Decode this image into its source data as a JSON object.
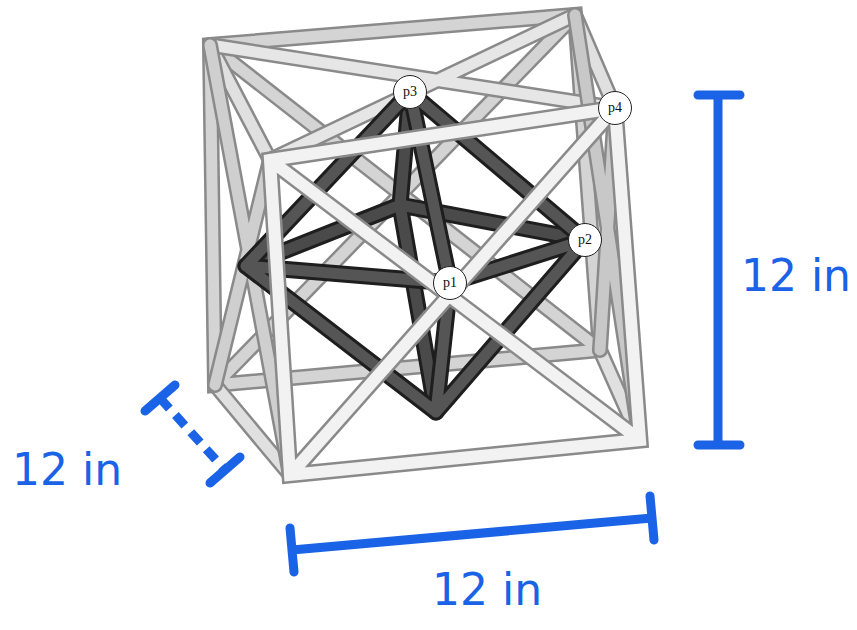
{
  "diagram": {
    "nodes": [
      {
        "text": [
          "p3"
        ]
      },
      {
        "text": [
          "p4"
        ]
      },
      {
        "text": [
          "p2"
        ]
      },
      {
        "text": [
          "p1"
        ]
      }
    ],
    "labels": [
      "12 in",
      "12 in",
      "12 in"
    ]
  }
}
